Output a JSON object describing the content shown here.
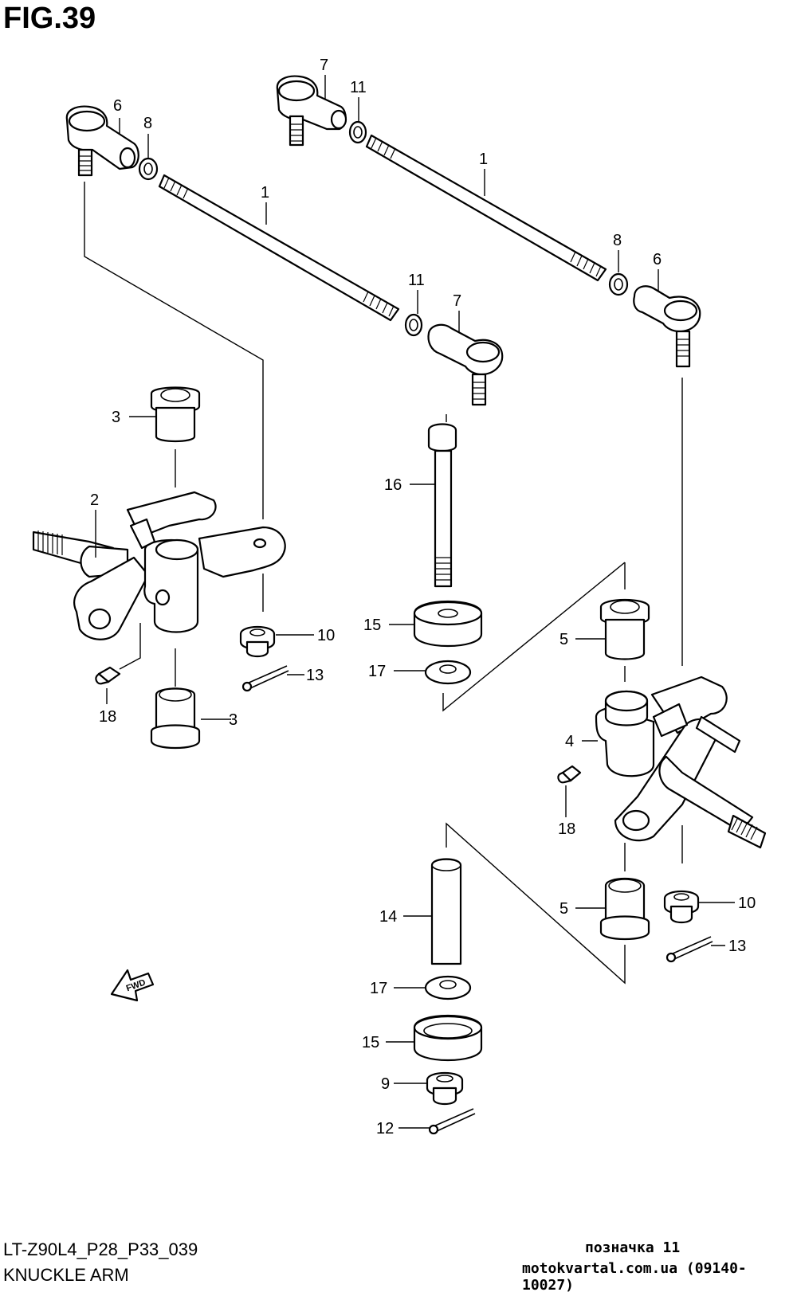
{
  "figure": {
    "title": "FIG.39",
    "code": "LT-Z90L4_P28_P33_039",
    "name": "KNUCKLE ARM",
    "stamp_line1": "позначка 11",
    "stamp_line2": "motokvartal.com.ua (09140-10027)",
    "fwd_label": "FWD"
  },
  "callouts": {
    "c1a": "1",
    "c1b": "1",
    "c2": "2",
    "c3a": "3",
    "c3b": "3",
    "c4": "4",
    "c5a": "5",
    "c5b": "5",
    "c6a": "6",
    "c6b": "6",
    "c7a": "7",
    "c7b": "7",
    "c8a": "8",
    "c8b": "8",
    "c9": "9",
    "c10a": "10",
    "c10b": "10",
    "c11a": "11",
    "c11b": "11",
    "c12": "12",
    "c13a": "13",
    "c13b": "13",
    "c14": "14",
    "c15a": "15",
    "c15b": "15",
    "c16": "16",
    "c17a": "17",
    "c17b": "17",
    "c18a": "18",
    "c18b": "18"
  }
}
